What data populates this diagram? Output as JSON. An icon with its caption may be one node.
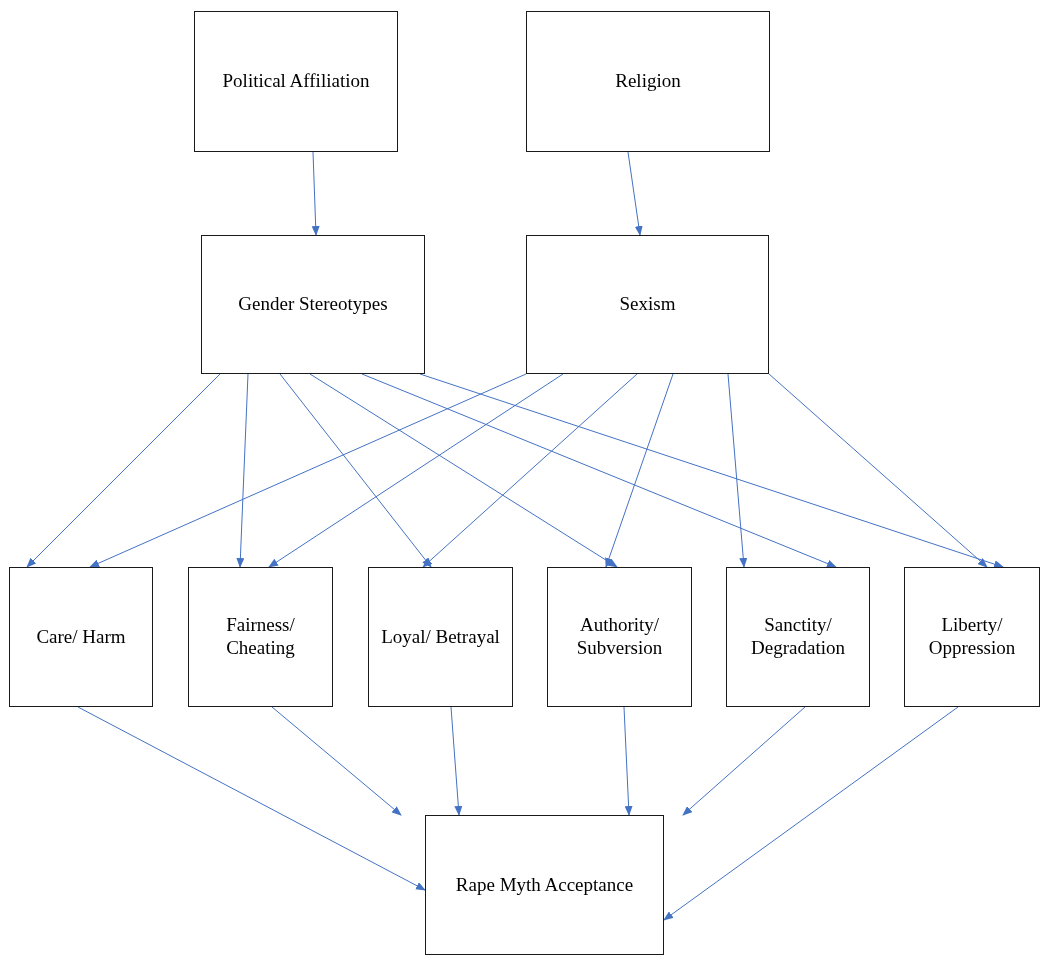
{
  "diagram": {
    "nodes": [
      {
        "text": [
          "Political Affiliation"
        ]
      },
      {
        "text": [
          "Religion"
        ]
      },
      {
        "text": [
          "Gender Stereotypes"
        ]
      },
      {
        "text": [
          "Sexism"
        ]
      },
      {
        "text": [
          "Care/ Harm"
        ]
      },
      {
        "text": [
          "Fairness/ Cheating"
        ]
      },
      {
        "text": [
          "Loyal/ Betrayal"
        ]
      },
      {
        "text": [
          "Authority/ Subversion"
        ]
      },
      {
        "text": [
          "Sanctity/ Degradation"
        ]
      },
      {
        "text": [
          "Liberty/ Oppression"
        ]
      },
      {
        "text": [
          "Rape Myth Acceptance"
        ]
      }
    ],
    "edges": [
      {
        "from": 0,
        "to": 2,
        "arrow": "to"
      },
      {
        "from": 1,
        "to": 3,
        "arrow": "to"
      },
      {
        "from": 2,
        "to": 4,
        "arrow": "to"
      },
      {
        "from": 2,
        "to": 5,
        "arrow": "to"
      },
      {
        "from": 2,
        "to": 6,
        "arrow": "to"
      },
      {
        "from": 2,
        "to": 7,
        "arrow": "to"
      },
      {
        "from": 2,
        "to": 8,
        "arrow": "to"
      },
      {
        "from": 2,
        "to": 9,
        "arrow": "to"
      },
      {
        "from": 3,
        "to": 4,
        "arrow": "to"
      },
      {
        "from": 3,
        "to": 5,
        "arrow": "to"
      },
      {
        "from": 3,
        "to": 6,
        "arrow": "to"
      },
      {
        "from": 3,
        "to": 7,
        "arrow": "to"
      },
      {
        "from": 3,
        "to": 8,
        "arrow": "to"
      },
      {
        "from": 3,
        "to": 9,
        "arrow": "to"
      },
      {
        "from": 4,
        "to": 10,
        "arrow": "to"
      },
      {
        "from": 5,
        "to": 10,
        "arrow": "to"
      },
      {
        "from": 6,
        "to": 10,
        "arrow": "to"
      },
      {
        "from": 7,
        "to": 10,
        "arrow": "to"
      },
      {
        "from": 8,
        "to": 10,
        "arrow": "to"
      },
      {
        "from": 9,
        "to": 10,
        "arrow": "to"
      }
    ]
  }
}
